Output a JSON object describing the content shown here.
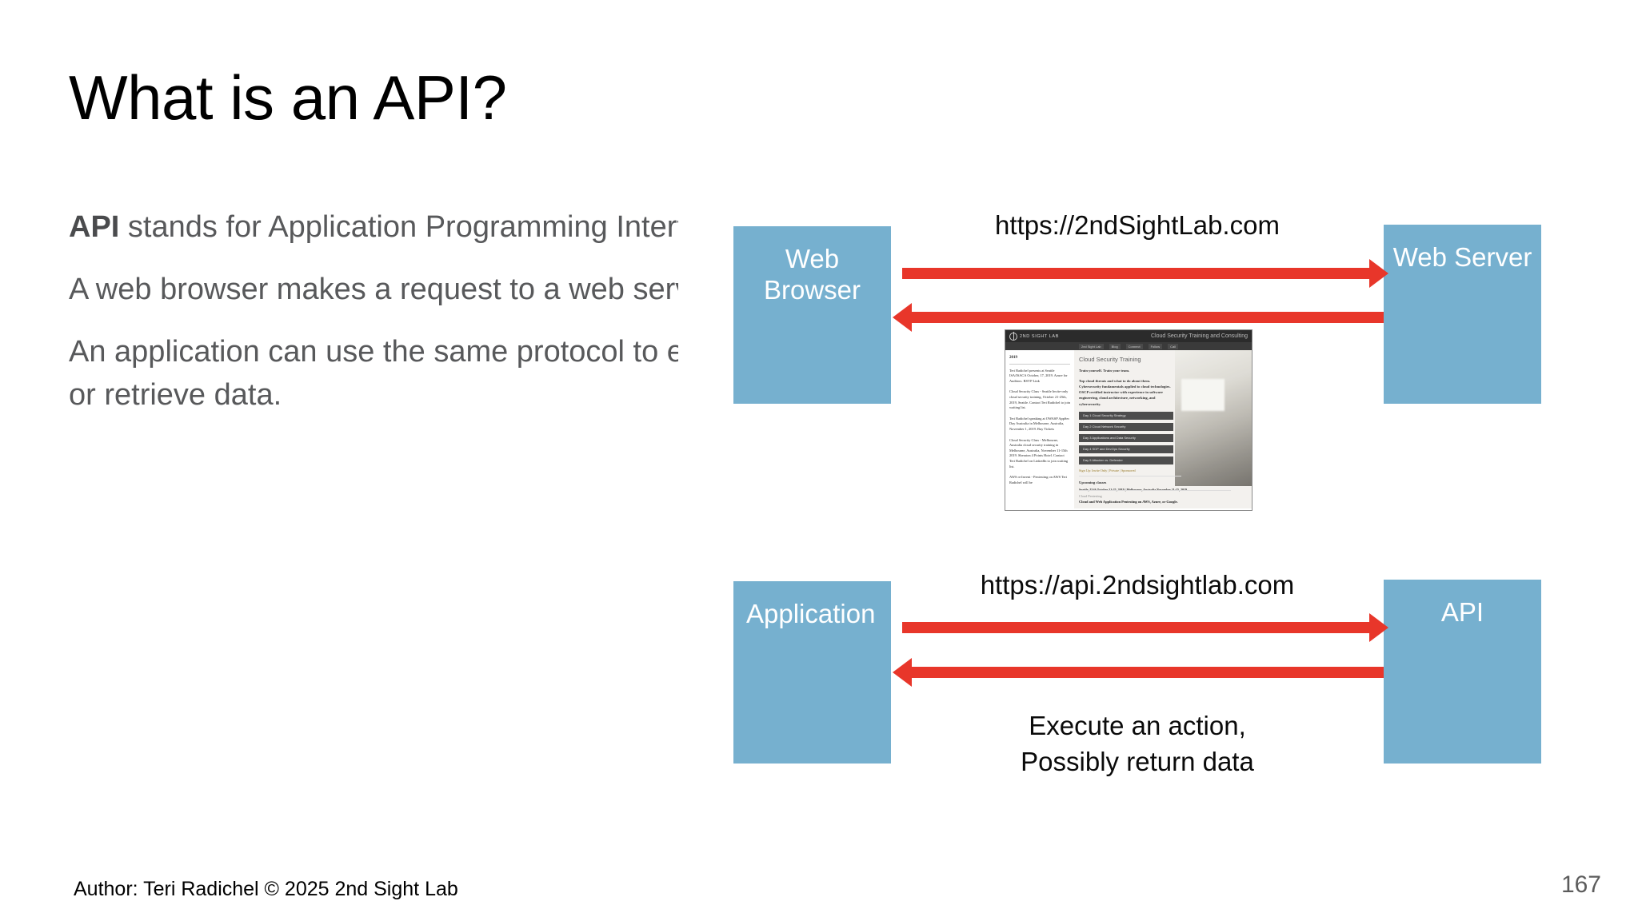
{
  "slide": {
    "title": "What is an API?",
    "page_number": "167",
    "footer": "Author: Teri Radichel © 2025 2nd Sight Lab",
    "background_color": "#ffffff"
  },
  "body": {
    "paragraphs": [
      {
        "lead": "API",
        "rest": " stands for Application Programming Interface.",
        "bold_lead": true
      },
      {
        "lead": "",
        "rest": "A web browser makes a request to a web server.",
        "bold_lead": false
      },
      {
        "lead": "",
        "rest": "An application can use the same protocol to execute an action or retrieve data.",
        "bold_lead": false
      }
    ]
  },
  "diagram": {
    "accent_box_color": "#76b0cf",
    "arrow_color": "#e8362a",
    "flows": [
      {
        "source_label": "Web\nBrowser",
        "source_line1": "Web",
        "source_line2": "Browser",
        "target_label": "Web Server",
        "edge_label": "https://2ndSightLab.com",
        "caption": ""
      },
      {
        "source_label": "Application",
        "source_line1": "Application",
        "source_line2": "",
        "target_label": "API",
        "edge_label": "https://api.2ndsightlab.com",
        "caption_line1": "Execute an action,",
        "caption_line2": "Possibly return data"
      }
    ]
  },
  "thumbnail": {
    "brand": "2ND SIGHT LAB",
    "tagline": "Cloud Security Training and Consulting",
    "nav": [
      "2nd Sight Lab",
      "Blog",
      "Connect",
      "Follow",
      "Call"
    ],
    "sidebar": {
      "year": "2019",
      "entries": [
        "Teri Radichel presents at Seattle ISA/ISACA October, 17, 2019. Azure for Auditors. RSVP Link",
        "Cloud Security Class - Seattle Invite-only cloud security training, October 21-25th, 2019, Seattle. Contact Teri Radichel to join waiting list.",
        "Teri Radichel speaking at OWASP AppSec Day Australia in Melbourne, Australia, November 1, 2019. Buy Tickets",
        "Cloud Security Class - Melbourne, Australia cloud security training in Melbourne, Australia, November 11-15th 2019. Sheraton 4 Points Hotel. Contact Teri Radichel on LinkedIn to join waiting list.",
        "AWS re:Invent - Pentesting on AWS Teri Radichel will be"
      ]
    },
    "main": {
      "heading": "Cloud Security Training",
      "intro": "Train yourself. Train your team.",
      "body": "Top cloud threats and what to do about them. Cybersecurity fundamentals applied to cloud technologies. OSCP certified instructor with experience in software engineering, cloud architecture, networking, and cybersecurity.",
      "buttons": [
        "Day 1 Cloud Security Strategy",
        "Day 2 Cloud Network Security",
        "Day 3 Applications and Data Security",
        "Day 4 SDP and DevOps Security",
        "Day 5 Attacker vs. Defender"
      ],
      "link": "Sign Up: Invite Only | Private | Sponsored",
      "subheading": "Upcoming classes",
      "classes": "Seattle, USA October 21-25, 2019 | Melbourne, Australia November 11-15, 2019",
      "footer_label": "Cloud Pentesting",
      "footer_text": "Cloud and Web Application Pentesting on AWS, Azure, or Google.",
      "footer_link": "Cloud Pentesting"
    }
  }
}
